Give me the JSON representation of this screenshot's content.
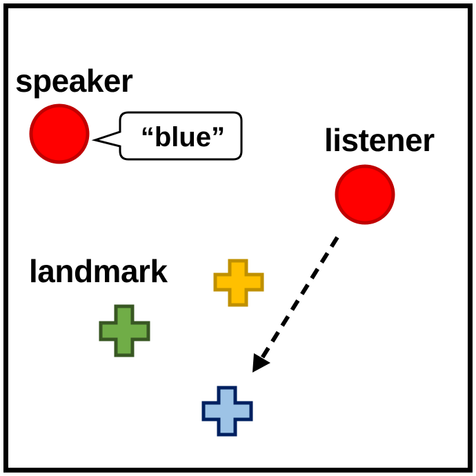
{
  "labels": {
    "speaker": "speaker",
    "listener": "listener",
    "landmark": "landmark"
  },
  "speech": {
    "text": "“blue”"
  },
  "colors": {
    "agent_fill": "#ff0000",
    "agent_stroke": "#c00000",
    "landmark_yellow_fill": "#ffc000",
    "landmark_yellow_stroke": "#bf9000",
    "landmark_green_fill": "#70ad47",
    "landmark_green_stroke": "#385723",
    "landmark_blue_fill": "#9dc3e6",
    "landmark_blue_stroke": "#002060",
    "arrow": "#000000"
  },
  "icons": {
    "agent": "circle",
    "landmark": "plus-cross",
    "speech": "speech-bubble",
    "move": "dashed-arrow"
  }
}
